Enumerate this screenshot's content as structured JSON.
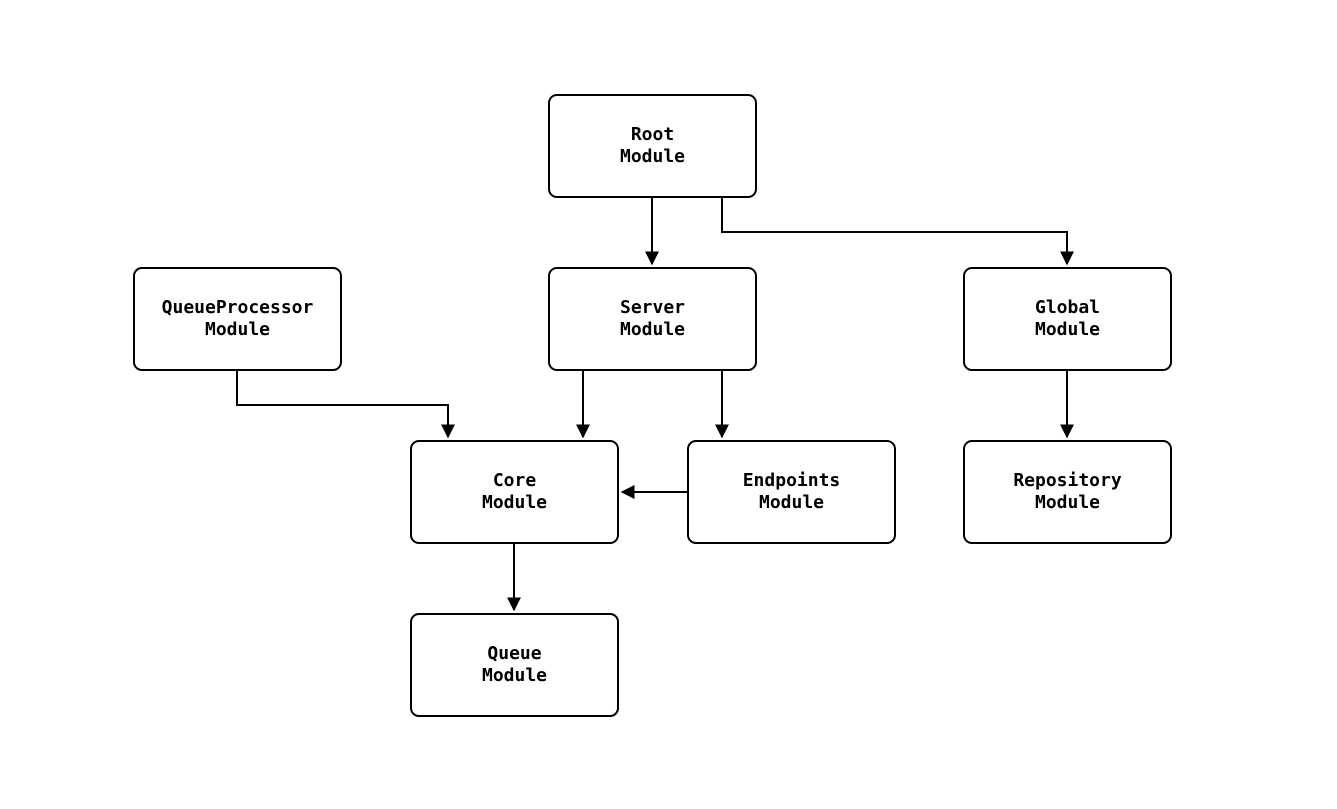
{
  "diagram": {
    "type": "module-dependency-graph",
    "nodes": {
      "root": {
        "line1": "Root",
        "line2": "Module"
      },
      "queueprocessor": {
        "line1": "QueueProcessor",
        "line2": "Module"
      },
      "server": {
        "line1": "Server",
        "line2": "Module"
      },
      "global": {
        "line1": "Global",
        "line2": "Module"
      },
      "core": {
        "line1": "Core",
        "line2": "Module"
      },
      "endpoints": {
        "line1": "Endpoints",
        "line2": "Module"
      },
      "repository": {
        "line1": "Repository",
        "line2": "Module"
      },
      "queue": {
        "line1": "Queue",
        "line2": "Module"
      }
    },
    "edges": [
      {
        "from": "Root Module",
        "to": "Server Module"
      },
      {
        "from": "Root Module",
        "to": "Global Module"
      },
      {
        "from": "QueueProcessor Module",
        "to": "Core Module"
      },
      {
        "from": "Server Module",
        "to": "Core Module"
      },
      {
        "from": "Server Module",
        "to": "Endpoints Module"
      },
      {
        "from": "Endpoints Module",
        "to": "Core Module"
      },
      {
        "from": "Global Module",
        "to": "Repository Module"
      },
      {
        "from": "Core Module",
        "to": "Queue Module"
      }
    ],
    "colors": {
      "background": "#ffffff",
      "node_fill": "#ffffff",
      "node_border": "#000000",
      "edge": "#000000",
      "text": "#000000"
    }
  }
}
